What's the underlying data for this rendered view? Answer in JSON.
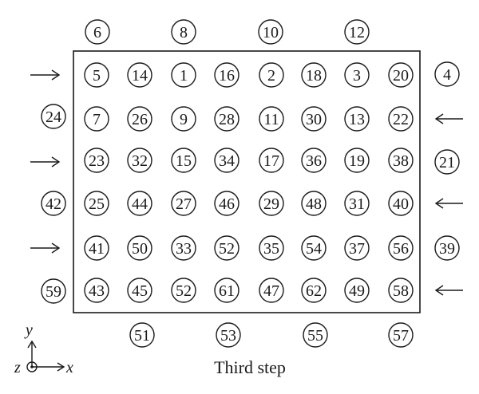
{
  "grid": [
    [
      "5",
      "14",
      "1",
      "16",
      "2",
      "18",
      "3",
      "20"
    ],
    [
      "7",
      "26",
      "9",
      "28",
      "11",
      "30",
      "13",
      "22"
    ],
    [
      "23",
      "32",
      "15",
      "34",
      "17",
      "36",
      "19",
      "38"
    ],
    [
      "25",
      "44",
      "27",
      "46",
      "29",
      "48",
      "31",
      "40"
    ],
    [
      "41",
      "50",
      "33",
      "52",
      "35",
      "54",
      "37",
      "56"
    ],
    [
      "43",
      "45",
      "52",
      "61",
      "47",
      "62",
      "49",
      "58"
    ]
  ],
  "top_labels": [
    "6",
    "8",
    "10",
    "12"
  ],
  "bottom_labels": [
    "51",
    "53",
    "55",
    "57"
  ],
  "left_labels": [
    "24",
    "42",
    "59"
  ],
  "right_labels": [
    "4",
    "21",
    "39"
  ],
  "arrows": [
    {
      "side": "left",
      "direction": "right"
    },
    {
      "side": "right",
      "direction": "left"
    },
    {
      "side": "left",
      "direction": "right"
    },
    {
      "side": "right",
      "direction": "left"
    },
    {
      "side": "left",
      "direction": "right"
    },
    {
      "side": "right",
      "direction": "left"
    }
  ],
  "caption": "Third step",
  "axes": {
    "x": "x",
    "y": "y",
    "z": "z"
  }
}
